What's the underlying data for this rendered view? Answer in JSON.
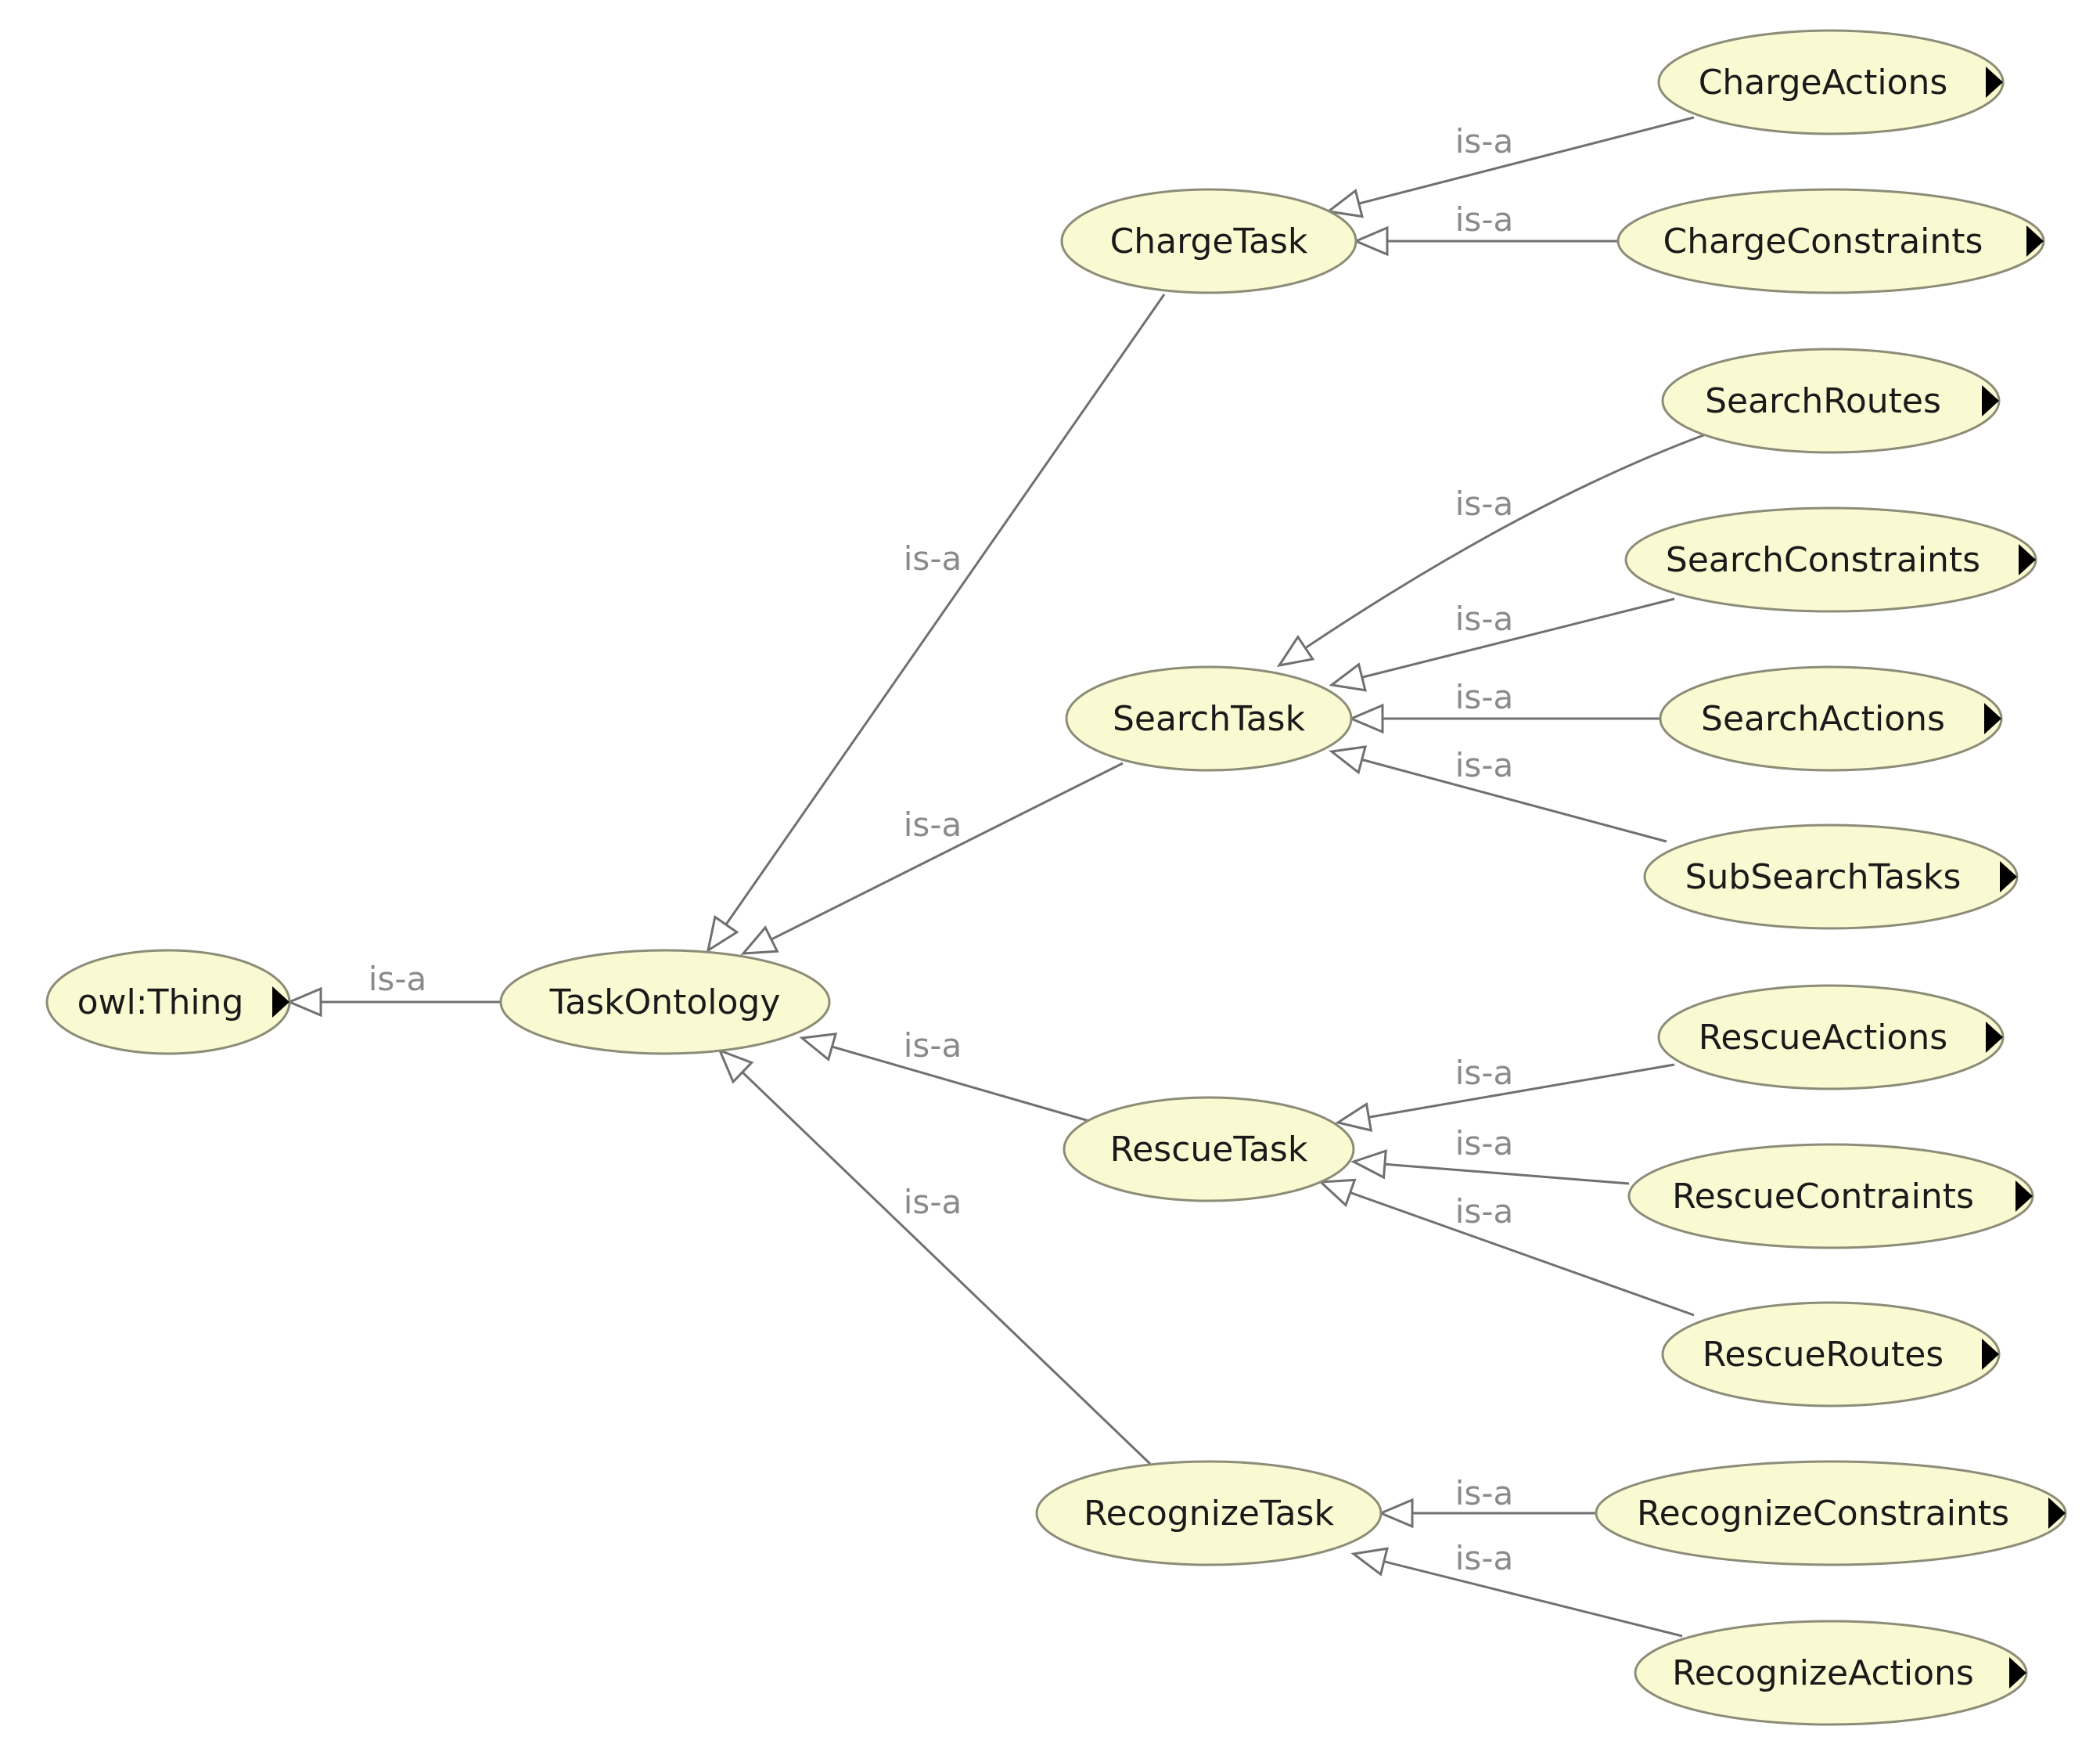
{
  "nodes": [
    {
      "id": "thing",
      "label": "owl:Thing",
      "expand": true
    },
    {
      "id": "taskontology",
      "label": "TaskOntology",
      "expand": false
    },
    {
      "id": "chargetask",
      "label": "ChargeTask",
      "expand": false
    },
    {
      "id": "searchtask",
      "label": "SearchTask",
      "expand": false
    },
    {
      "id": "rescuetask",
      "label": "RescueTask",
      "expand": false
    },
    {
      "id": "recognizetask",
      "label": "RecognizeTask",
      "expand": false
    },
    {
      "id": "chargeactions",
      "label": "ChargeActions",
      "expand": true
    },
    {
      "id": "chargeconstraints",
      "label": "ChargeConstraints",
      "expand": true
    },
    {
      "id": "searchroutes",
      "label": "SearchRoutes",
      "expand": true
    },
    {
      "id": "searchconstraints",
      "label": "SearchConstraints",
      "expand": true
    },
    {
      "id": "searchactions",
      "label": "SearchActions",
      "expand": true
    },
    {
      "id": "subsearchtasks",
      "label": "SubSearchTasks",
      "expand": true
    },
    {
      "id": "rescueactions",
      "label": "RescueActions",
      "expand": true
    },
    {
      "id": "rescuecontraints",
      "label": "RescueContraints",
      "expand": true
    },
    {
      "id": "rescueroutes",
      "label": "RescueRoutes",
      "expand": true
    },
    {
      "id": "recognizeconstraints",
      "label": "RecognizeConstraints",
      "expand": true
    },
    {
      "id": "recognizeactions",
      "label": "RecognizeActions",
      "expand": true
    }
  ],
  "edges": [
    {
      "from": "taskontology",
      "to": "thing",
      "label": "is-a"
    },
    {
      "from": "chargetask",
      "to": "taskontology",
      "label": "is-a"
    },
    {
      "from": "searchtask",
      "to": "taskontology",
      "label": "is-a"
    },
    {
      "from": "rescuetask",
      "to": "taskontology",
      "label": "is-a"
    },
    {
      "from": "recognizetask",
      "to": "taskontology",
      "label": "is-a"
    },
    {
      "from": "chargeactions",
      "to": "chargetask",
      "label": "is-a"
    },
    {
      "from": "chargeconstraints",
      "to": "chargetask",
      "label": "is-a"
    },
    {
      "from": "searchroutes",
      "to": "searchtask",
      "label": "is-a"
    },
    {
      "from": "searchconstraints",
      "to": "searchtask",
      "label": "is-a"
    },
    {
      "from": "searchactions",
      "to": "searchtask",
      "label": "is-a"
    },
    {
      "from": "subsearchtasks",
      "to": "searchtask",
      "label": "is-a"
    },
    {
      "from": "rescueactions",
      "to": "rescuetask",
      "label": "is-a"
    },
    {
      "from": "rescuecontraints",
      "to": "rescuetask",
      "label": "is-a"
    },
    {
      "from": "rescueroutes",
      "to": "rescuetask",
      "label": "is-a"
    },
    {
      "from": "recognizeconstraints",
      "to": "recognizetask",
      "label": "is-a"
    },
    {
      "from": "recognizeactions",
      "to": "recognizetask",
      "label": "is-a"
    }
  ]
}
